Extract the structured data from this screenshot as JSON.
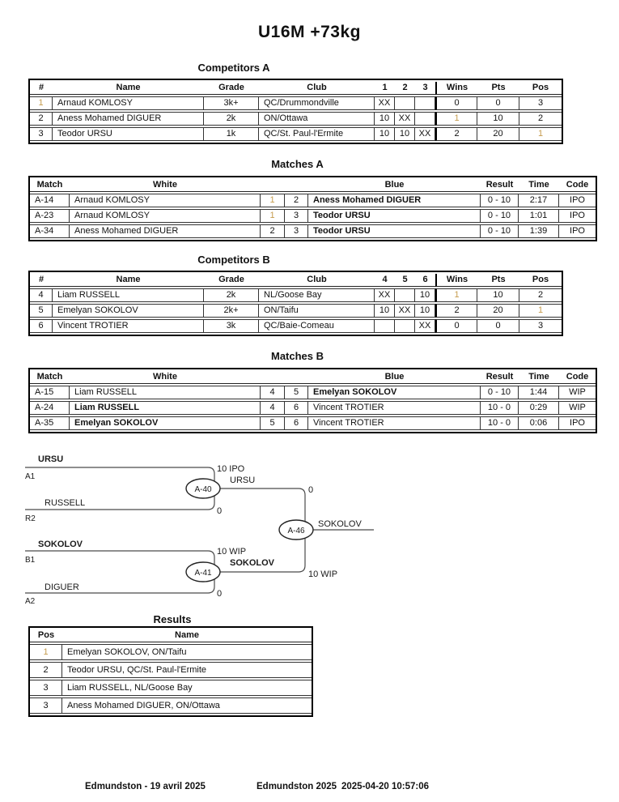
{
  "title": "U16M +73kg",
  "colors": {
    "gold_highlight": "#C69C4E",
    "text": "#111111",
    "border": "#000000"
  },
  "competitors_a": {
    "heading": "Competitors A",
    "columns": [
      "#",
      "Name",
      "Grade",
      "Club",
      "1",
      "2",
      "3",
      "Wins",
      "Pts",
      "Pos"
    ],
    "rows": [
      {
        "num": "1",
        "name": "Arnaud KOMLOSY",
        "grade": "3k+",
        "club": "QC/Drummondville",
        "g1": "XX",
        "g2": "",
        "g3": "",
        "wins": "0",
        "pts": "0",
        "pos": "3"
      },
      {
        "num": "2",
        "name": "Aness Mohamed DIGUER",
        "grade": "2k",
        "club": "ON/Ottawa",
        "g1": "10",
        "g2": "XX",
        "g3": "",
        "wins": "1",
        "pts": "10",
        "pos": "2"
      },
      {
        "num": "3",
        "name": "Teodor URSU",
        "grade": "1k",
        "club": "QC/St. Paul-l'Ermite",
        "g1": "10",
        "g2": "10",
        "g3": "XX",
        "wins": "2",
        "pts": "20",
        "pos": "1"
      }
    ]
  },
  "matches_a": {
    "heading": "Matches A",
    "columns": [
      "Match",
      "White",
      "",
      "",
      "Blue",
      "Result",
      "Time",
      "Code"
    ],
    "rows": [
      {
        "id": "A-14",
        "white": "Arnaud KOMLOSY",
        "wn": "1",
        "bn": "2",
        "blue": "Aness Mohamed DIGUER",
        "result": "0 - 10",
        "time": "2:17",
        "code": "IPO"
      },
      {
        "id": "A-23",
        "white": "Arnaud KOMLOSY",
        "wn": "1",
        "bn": "3",
        "blue": "Teodor URSU",
        "result": "0 - 10",
        "time": "1:01",
        "code": "IPO"
      },
      {
        "id": "A-34",
        "white": "Aness Mohamed DIGUER",
        "wn": "2",
        "bn": "3",
        "blue": "Teodor URSU",
        "result": "0 - 10",
        "time": "1:39",
        "code": "IPO"
      }
    ]
  },
  "competitors_b": {
    "heading": "Competitors B",
    "columns": [
      "#",
      "Name",
      "Grade",
      "Club",
      "4",
      "5",
      "6",
      "Wins",
      "Pts",
      "Pos"
    ],
    "rows": [
      {
        "num": "4",
        "name": "Liam RUSSELL",
        "grade": "2k",
        "club": "NL/Goose Bay",
        "g1": "XX",
        "g2": "",
        "g3": "10",
        "wins": "1",
        "pts": "10",
        "pos": "2"
      },
      {
        "num": "5",
        "name": "Emelyan SOKOLOV",
        "grade": "2k+",
        "club": "ON/Taifu",
        "g1": "10",
        "g2": "XX",
        "g3": "10",
        "wins": "2",
        "pts": "20",
        "pos": "1"
      },
      {
        "num": "6",
        "name": "Vincent TROTIER",
        "grade": "3k",
        "club": "QC/Baie-Comeau",
        "g1": "",
        "g2": "",
        "g3": "XX",
        "wins": "0",
        "pts": "0",
        "pos": "3"
      }
    ]
  },
  "matches_b": {
    "heading": "Matches B",
    "columns": [
      "Match",
      "White",
      "",
      "",
      "Blue",
      "Result",
      "Time",
      "Code"
    ],
    "rows": [
      {
        "id": "A-15",
        "white": "Liam RUSSELL",
        "wn": "4",
        "bn": "5",
        "blue": "Emelyan SOKOLOV",
        "result": "0 - 10",
        "time": "1:44",
        "code": "WIP"
      },
      {
        "id": "A-24",
        "white": "Liam RUSSELL",
        "wn": "4",
        "bn": "6",
        "blue": "Vincent TROTIER",
        "result": "10 - 0",
        "time": "0:29",
        "code": "WIP"
      },
      {
        "id": "A-35",
        "white": "Emelyan SOKOLOV",
        "wn": "5",
        "bn": "6",
        "blue": "Vincent TROTIER",
        "result": "10 - 0",
        "time": "0:06",
        "code": "IPO"
      }
    ]
  },
  "bracket": {
    "sf1": {
      "top_name": "URSU",
      "top_seed": "A1",
      "top_score": "10 IPO",
      "bottom_name": "RUSSELL",
      "bottom_seed": "R2",
      "bottom_score": "0",
      "node": "A-40",
      "winner": "URSU"
    },
    "sf2": {
      "top_name": "SOKOLOV",
      "top_seed": "B1",
      "top_score": "10 WIP",
      "bottom_name": "DIGUER",
      "bottom_seed": "A2",
      "bottom_score": "0",
      "node": "A-41",
      "winner": "SOKOLOV"
    },
    "final": {
      "node": "A-46",
      "top_score": "0",
      "bottom_score": "10 WIP",
      "winner": "SOKOLOV"
    }
  },
  "results": {
    "heading": "Results",
    "columns": [
      "Pos",
      "Name"
    ],
    "rows": [
      {
        "pos": "1",
        "name": "Emelyan SOKOLOV, ON/Taifu"
      },
      {
        "pos": "2",
        "name": "Teodor URSU, QC/St. Paul-l'Ermite"
      },
      {
        "pos": "3",
        "name": "Liam RUSSELL, NL/Goose Bay"
      },
      {
        "pos": "3",
        "name": "Aness Mohamed DIGUER, ON/Ottawa"
      }
    ]
  },
  "footer": {
    "left": "Edmundston - 19 avril 2025",
    "center": "Edmundston 2025",
    "right": "2025-04-20 10:57:06"
  }
}
